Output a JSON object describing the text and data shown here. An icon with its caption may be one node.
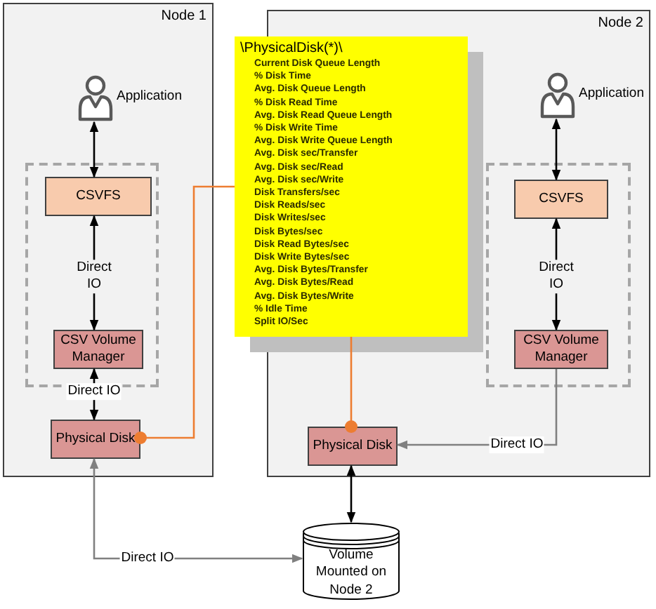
{
  "diagram": {
    "nodes": [
      {
        "text": [
          "Node 1"
        ]
      },
      {
        "text": [
          "Application"
        ],
        "in": 0
      },
      {
        "text": [],
        "shape": "box",
        "in": 0
      },
      {
        "text": [
          "CSVFS"
        ],
        "in": 2
      },
      {
        "text": [
          "CSV Volume Manager"
        ],
        "in": 2
      },
      {
        "text": [
          "Physical Disk"
        ],
        "in": 0
      },
      {
        "text": [
          "\\PhysicalDisk(*)\\",
          "Current Disk Queue Length",
          "% Disk Time",
          "Avg. Disk Queue Length",
          "% Disk Read Time",
          "Avg. Disk Read Queue Length",
          "% Disk Write Time",
          "Avg. Disk Write Queue Length",
          "Avg. Disk sec/Transfer",
          "Avg. Disk sec/Read",
          "Avg. Disk sec/Write",
          "Disk Transfers/sec",
          "Disk Reads/sec",
          "Disk Writes/sec",
          "Disk Bytes/sec",
          "Disk Read Bytes/sec",
          "Disk Write Bytes/sec",
          "Avg. Disk Bytes/Transfer",
          "Avg. Disk Bytes/Read",
          "Avg. Disk Bytes/Write",
          "% Idle Time",
          "Split IO/Sec"
        ]
      },
      {
        "text": [
          "Node 2"
        ]
      },
      {
        "text": [
          "Application"
        ],
        "in": 7
      },
      {
        "text": [],
        "shape": "box",
        "in": 7
      },
      {
        "text": [
          "CSVFS"
        ],
        "in": 9
      },
      {
        "text": [
          "CSV Volume Manager"
        ],
        "in": 9
      },
      {
        "text": [
          "Physical Disk"
        ],
        "in": 7
      },
      {
        "text": [
          "Volume Mounted on Node 2"
        ]
      }
    ],
    "edges": [
      {
        "from": 1,
        "to": 3,
        "arrow": "both"
      },
      {
        "from": 3,
        "to": 4,
        "arrow": "both",
        "label": "Direct IO"
      },
      {
        "from": 4,
        "to": 5,
        "arrow": "both",
        "label": "Direct IO"
      },
      {
        "from": 5,
        "to": 6,
        "arrow": "other",
        "color": "#ed7d31"
      },
      {
        "from": 8,
        "to": 10,
        "arrow": "both"
      },
      {
        "from": 10,
        "to": 11,
        "arrow": "both",
        "label": "Direct IO"
      },
      {
        "from": 11,
        "to": 12,
        "arrow": "to",
        "label": "Direct IO",
        "color": "#808080"
      },
      {
        "from": 12,
        "to": 6,
        "arrow": "other",
        "color": "#ed7d31"
      },
      {
        "from": 12,
        "to": 13,
        "arrow": "both"
      },
      {
        "from": 5,
        "to": 13,
        "arrow": "both",
        "label": "Direct IO",
        "color": "#808080"
      }
    ]
  }
}
